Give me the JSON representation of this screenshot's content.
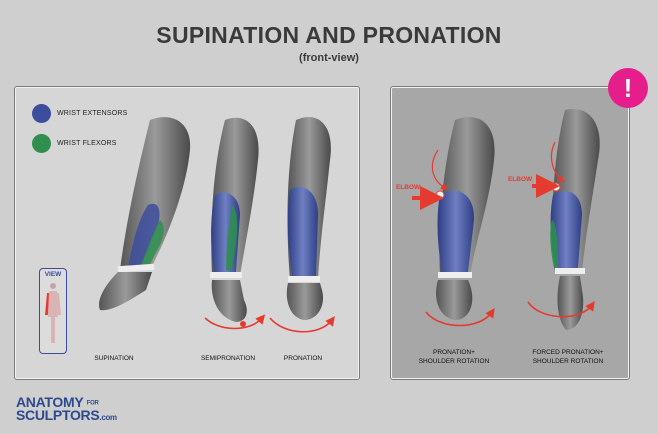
{
  "header": {
    "title": "SUPINATION AND PRONATION",
    "subtitle": "(front-view)"
  },
  "legend": {
    "items": [
      {
        "label": "WRIST EXTENSORS",
        "color": "#3b4d9c"
      },
      {
        "label": "WRIST FLEXORS",
        "color": "#2e8f4e"
      }
    ]
  },
  "view_badge": {
    "label": "VIEW"
  },
  "left_panel": {
    "labels": [
      "SUPINATION",
      "SEMIPRONATION",
      "PRONATION"
    ]
  },
  "right_panel": {
    "elbow_label": "ELBOW",
    "labels": [
      {
        "line1": "PRONATION+",
        "line2": "SHOULDER ROTATION"
      },
      {
        "line1": "FORCED PRONATION+",
        "line2": "SHOULDER ROTATION"
      }
    ],
    "alert_symbol": "!"
  },
  "logo": {
    "line1": "ANATOMY",
    "line1_small": "FOR",
    "line2": "SCULPTORS",
    "line2_small": ".com"
  },
  "colors": {
    "extensors": "#3b4d9c",
    "flexors": "#2e8f4e",
    "arrow": "#e53b2f",
    "alert": "#e61e8c"
  }
}
